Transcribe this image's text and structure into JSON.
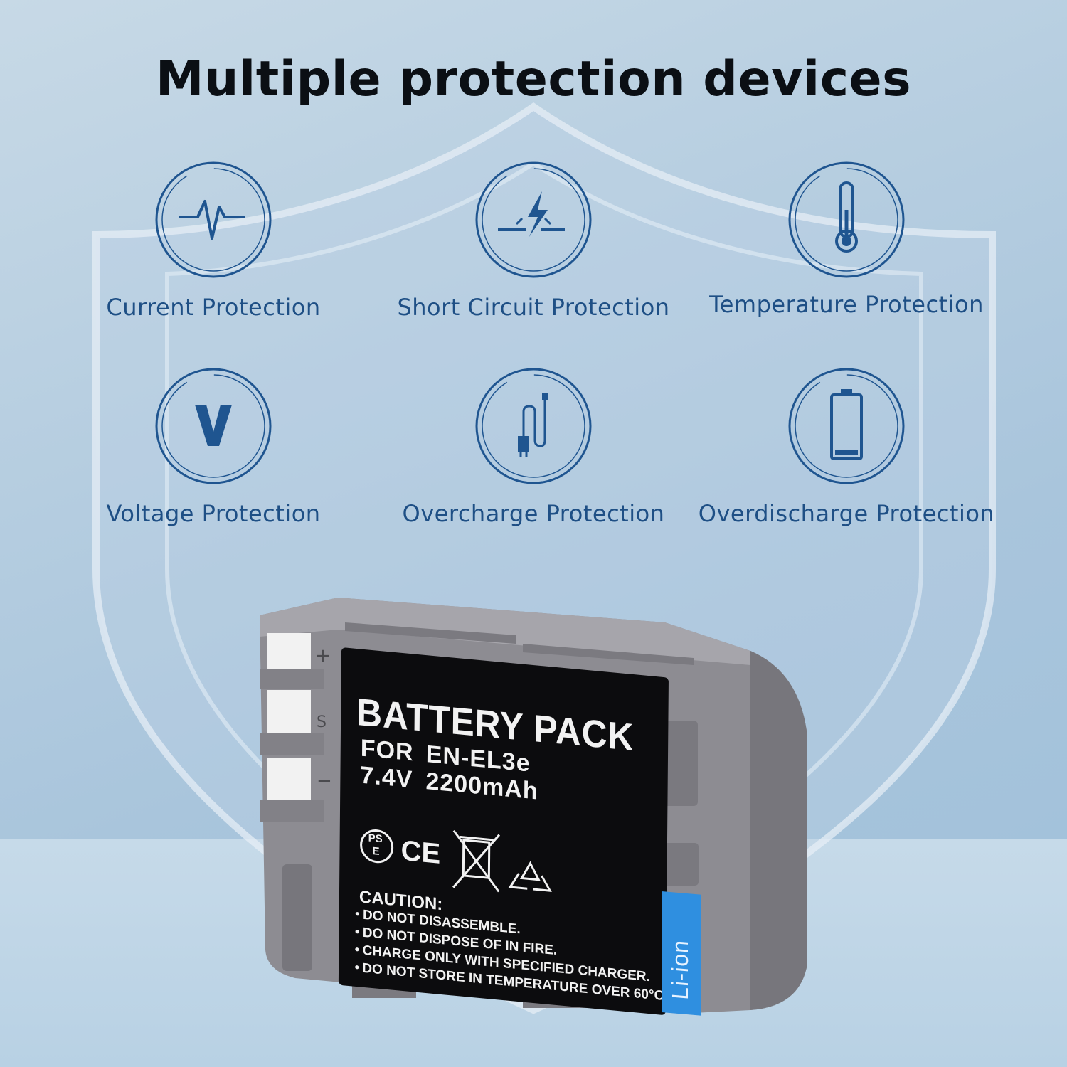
{
  "title": "Multiple protection devices",
  "features": [
    {
      "label": "Current Protection",
      "icon": "pulse-waveform-icon"
    },
    {
      "label": "Short Circuit Protection",
      "icon": "lightning-break-icon"
    },
    {
      "label": "Temperature Protection",
      "icon": "thermometer-icon"
    },
    {
      "label": "Voltage Protection",
      "icon": "voltage-v-icon"
    },
    {
      "label": "Overcharge Protection",
      "icon": "charging-plug-icon"
    },
    {
      "label": "Overdischarge Protection",
      "icon": "low-battery-icon"
    }
  ],
  "battery": {
    "heading": "BATTERY PACK",
    "for_label": "FOR",
    "model": "EN-EL3e",
    "voltage": "7.4V",
    "capacity": "2200mAh",
    "pse_mark": "PSE",
    "ce_mark": "CE",
    "caution_title": "CAUTION:",
    "caution_items": [
      "DO NOT DISASSEMBLE.",
      "DO NOT DISPOSE OF IN FIRE.",
      "CHARGE ONLY WITH SPECIFIED CHARGER.",
      "DO NOT STORE IN TEMPERATURE OVER 60°C."
    ],
    "chemistry": "Li-ion",
    "terminals": [
      "+",
      "S",
      "−"
    ]
  },
  "colors": {
    "accent": "#1e4f85",
    "icon_line": "#1f5590",
    "battery_body": "#8d8c92",
    "label_bg": "#0c0c0e",
    "liion_stripe": "#2f8fe0"
  }
}
